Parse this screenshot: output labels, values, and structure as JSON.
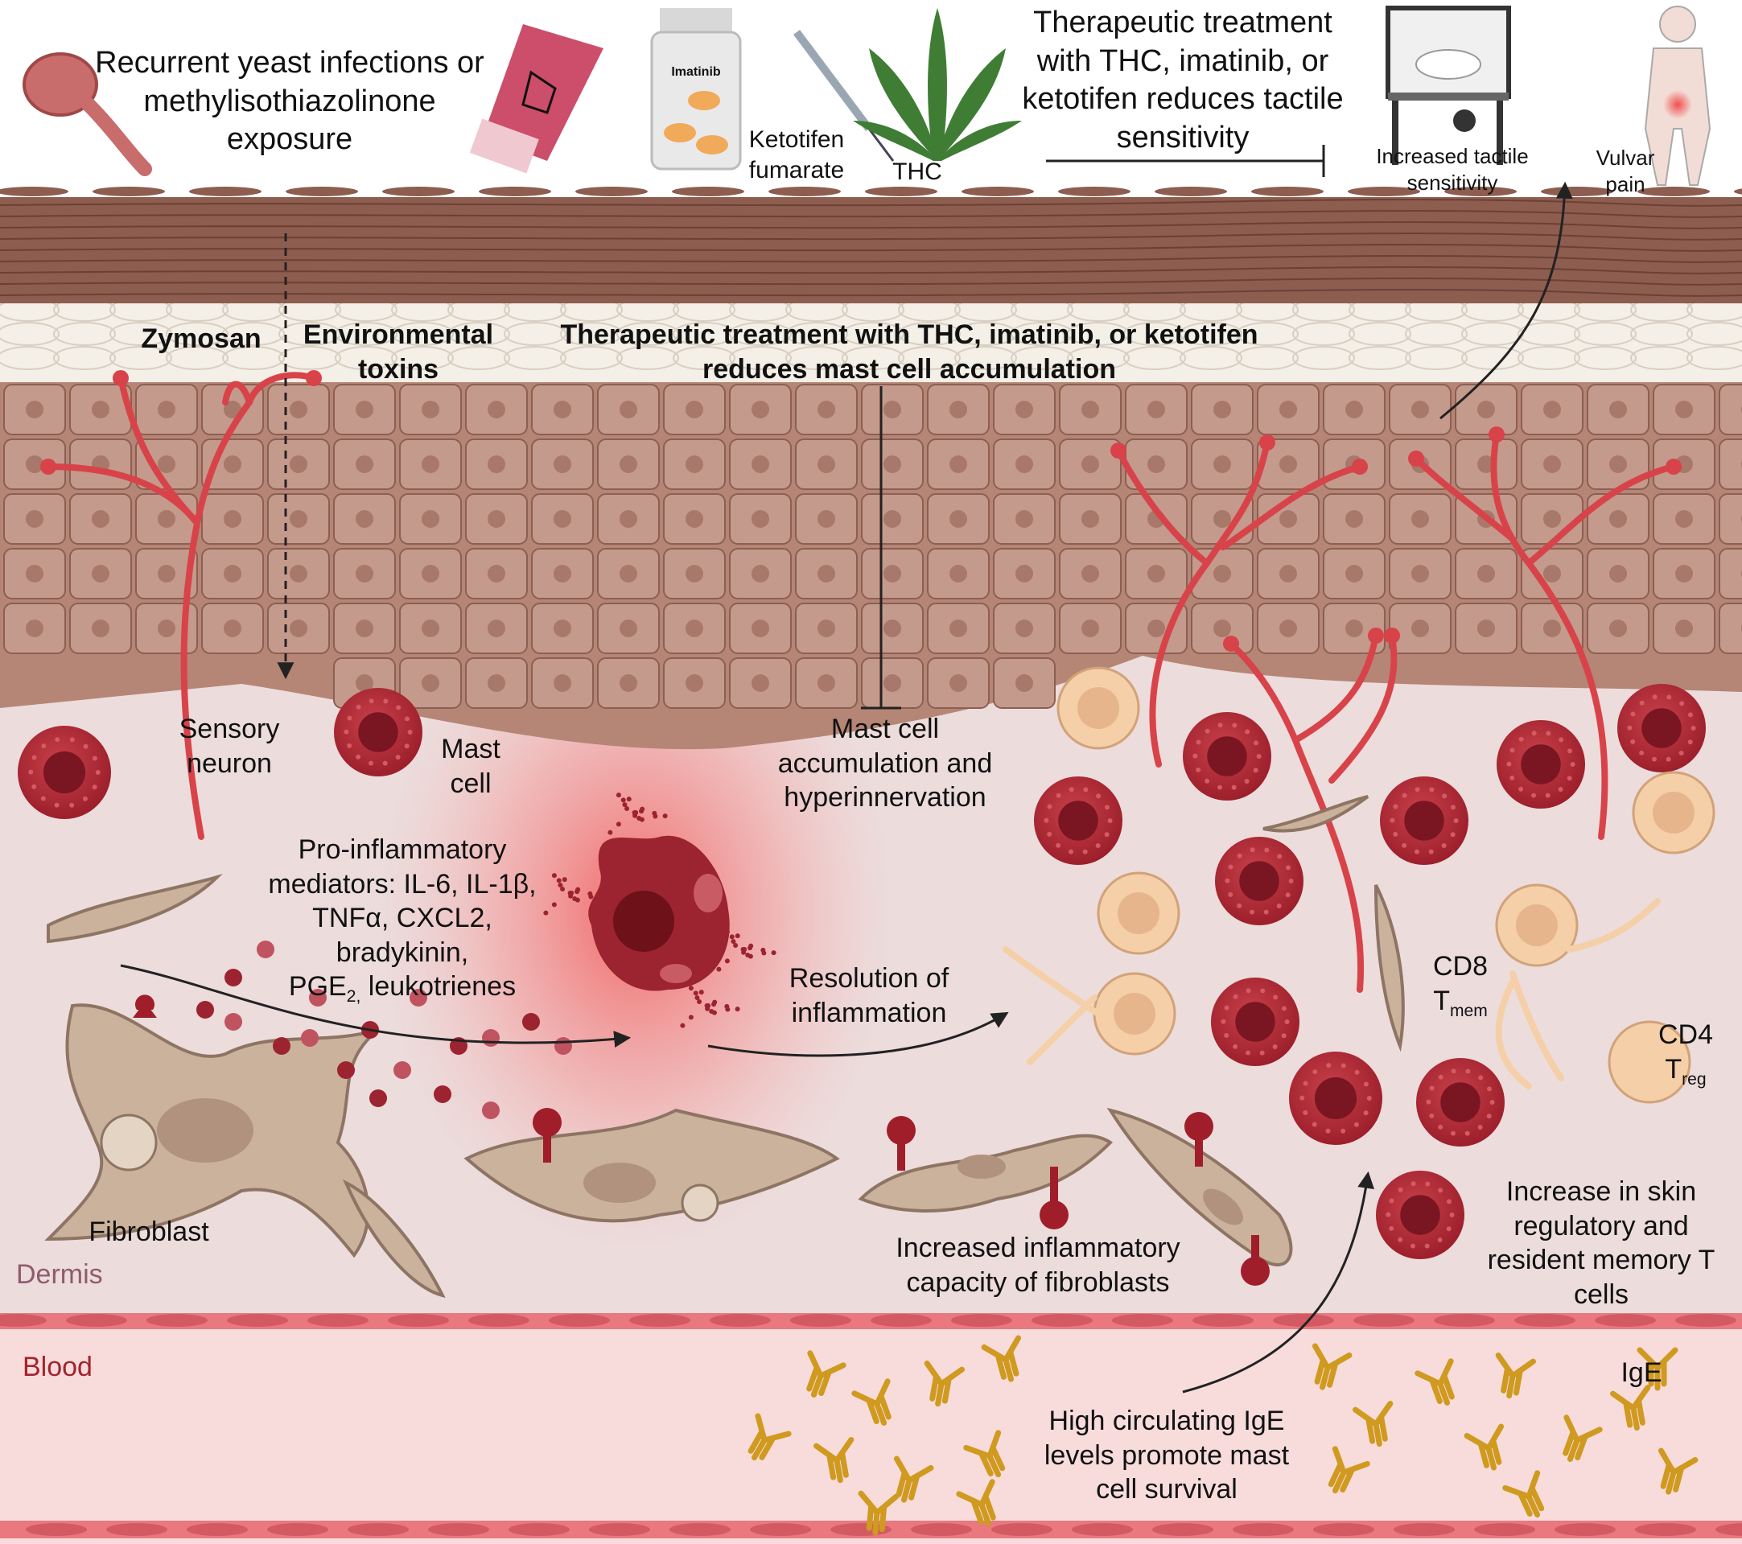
{
  "colors": {
    "skin_top": "#8f6152",
    "epidermis_cell": "#c49a8c",
    "epidermis_nucleus": "#a8786a",
    "dermis": "#ecdede",
    "blood": "#f7d6d6",
    "vessel": "#e06a72",
    "nerve": "#d8434a",
    "mast_cell": "#b02a36",
    "fibroblast": "#cbb49e",
    "igE": "#cf9a1f",
    "inflammation": "#f26a6a",
    "tcell": "#f6cfa6"
  },
  "icons": [
    "yeast-icon",
    "cream-tube-icon",
    "imatinib-bottle-icon",
    "syringe-icon",
    "cannabis-leaf-icon",
    "rodent-test-apparatus-icon",
    "human-figure-icon"
  ],
  "top": {
    "exposure": "Recurrent yeast infections or methylisothiazolinone exposure",
    "bottle_label": "Imatinib",
    "ketotifen": "Ketotifen fumarate",
    "thc": "THC",
    "tactile_treatment": "Therapeutic treatment with THC, imatinib, or ketotifen reduces tactile sensitivity",
    "tactile": "Increased tactile sensitivity",
    "vulvar_pain": "Vulvar pain"
  },
  "epidermis": {
    "zymosan": "Zymosan",
    "toxins": "Environmental toxins",
    "mast_treatment": "Therapeutic treatment with THC, imatinib, or ketotifen reduces mast cell accumulation"
  },
  "dermis": {
    "sensory_neuron": "Sensory neuron",
    "mast_cell": "Mast cell",
    "accumulation": "Mast cell accumulation and hyperinnervation",
    "mediators_line1": "Pro-inflammatory",
    "mediators_line2": "mediators: IL-6, IL-1β,",
    "mediators_line3": "TNFα, CXCL2,",
    "mediators_line4": "bradykinin,",
    "mediators_pge": "PGE",
    "mediators_pge_sub": "2,",
    "mediators_rest": " leukotrienes",
    "resolution": "Resolution of inflammation",
    "cd8": "CD8",
    "cd8_t": "T",
    "cd8_sub": "mem",
    "cd4": "CD4",
    "cd4_t": "T",
    "cd4_sub": "reg",
    "fibroblast": "Fibroblast",
    "fibroblast_capacity": "Increased inflammatory capacity of fibroblasts",
    "t_cells": "Increase in skin regulatory and resident memory T cells",
    "layer_label": "Dermis"
  },
  "blood": {
    "layer_label": "Blood",
    "ige": "IgE",
    "ige_levels": "High circulating IgE levels promote mast cell survival"
  }
}
